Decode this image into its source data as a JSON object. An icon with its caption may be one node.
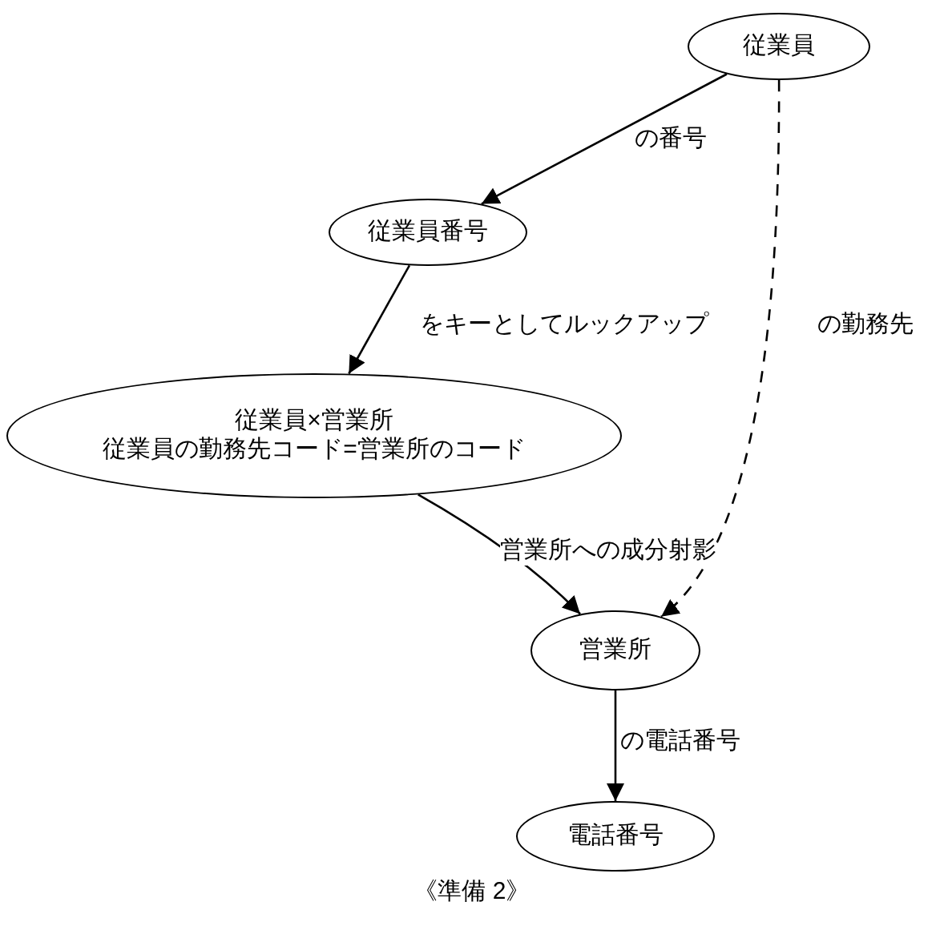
{
  "diagram": {
    "caption": "《準備 2》",
    "nodes": [
      {
        "text": [
          "従業員"
        ]
      },
      {
        "text": [
          "従業員番号"
        ]
      },
      {
        "text": [
          "従業員×営業所",
          "従業員の勤務先コード=営業所のコード"
        ]
      },
      {
        "text": [
          "営業所"
        ]
      },
      {
        "text": [
          "電話番号"
        ]
      }
    ],
    "edges": [
      {
        "from": 0,
        "to": 1,
        "arrow": "to",
        "label": "の番号"
      },
      {
        "from": 1,
        "to": 2,
        "arrow": "to",
        "label": "をキーとしてルックアップ"
      },
      {
        "from": 0,
        "to": 3,
        "arrow": "to",
        "label": "の勤務先",
        "style": "dashed"
      },
      {
        "from": 2,
        "to": 3,
        "arrow": "to",
        "label": "営業所への成分射影"
      },
      {
        "from": 3,
        "to": 4,
        "arrow": "to",
        "label": "の電話番号"
      }
    ]
  }
}
